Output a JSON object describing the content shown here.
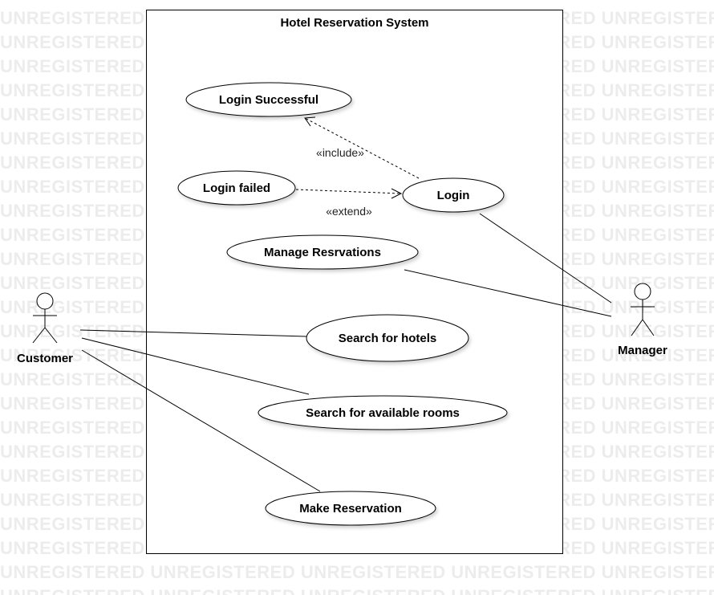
{
  "watermark_text": "UNREGISTERED",
  "system": {
    "title": "Hotel Reservation System"
  },
  "use_cases": {
    "login_successful": "Login Successful",
    "login_failed": "Login failed",
    "login": "Login",
    "manage_reservations": "Manage Resrvations",
    "search_hotels": "Search for hotels",
    "search_rooms": "Search for available rooms",
    "make_reservation": "Make Reservation"
  },
  "relations": {
    "include": "«include»",
    "extend": "«extend»"
  },
  "actors": {
    "customer": "Customer",
    "manager": "Manager"
  }
}
